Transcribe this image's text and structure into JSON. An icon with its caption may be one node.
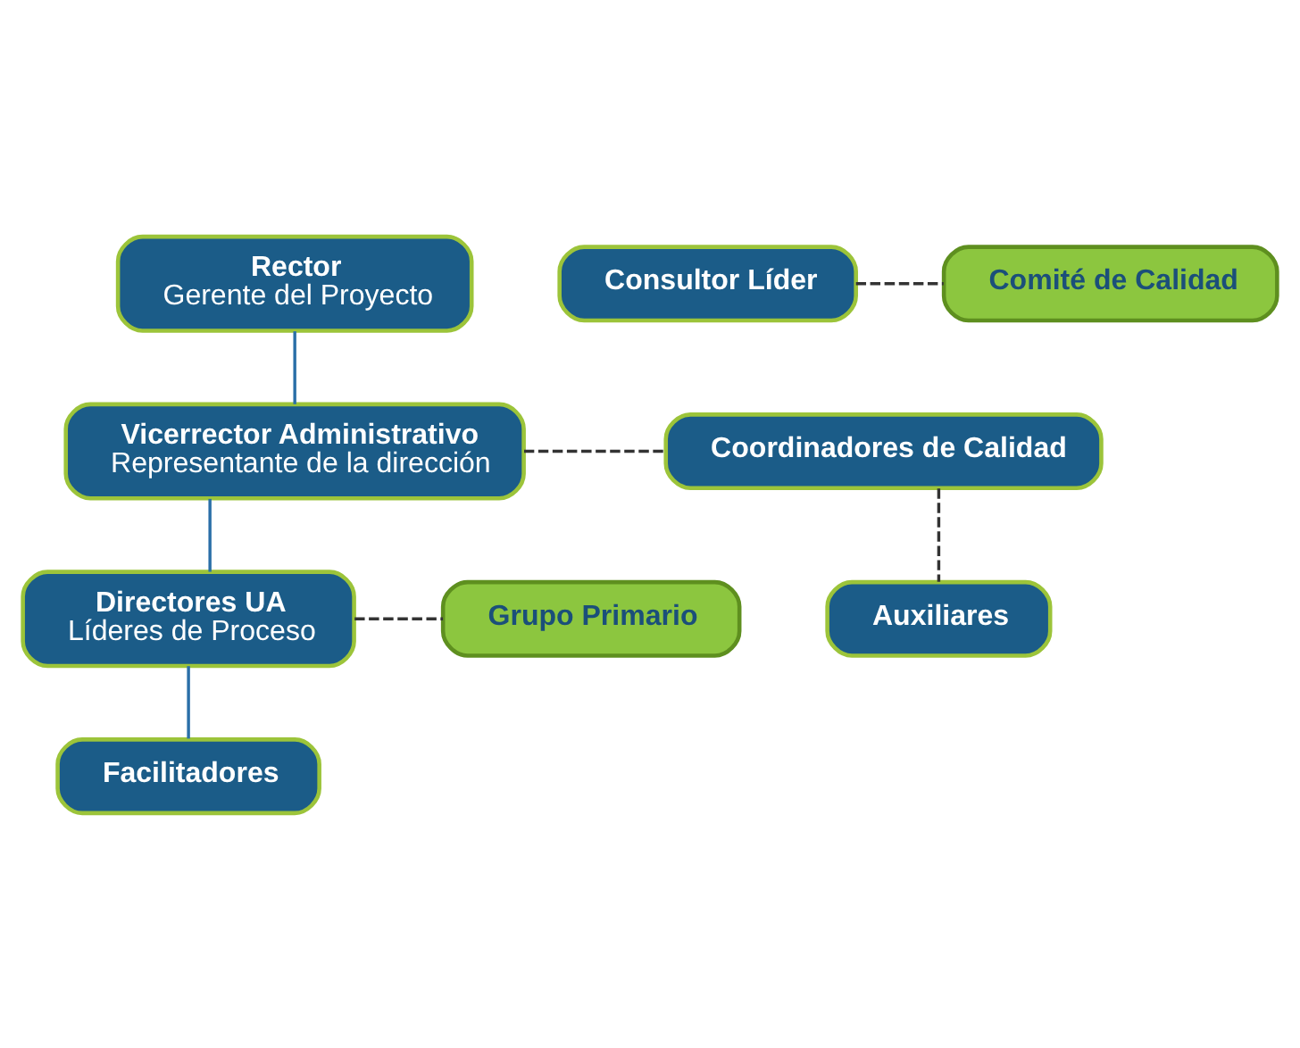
{
  "diagram": {
    "nodes": [
      {
        "text": [
          "Rector",
          "Gerente del Proyecto"
        ]
      },
      {
        "text": [
          "Consultor Líder"
        ]
      },
      {
        "text": [
          "Comité de Calidad"
        ]
      },
      {
        "text": [
          "Vicerrector Administrativo",
          "Representante de la dirección"
        ]
      },
      {
        "text": [
          "Coordinadores de Calidad"
        ]
      },
      {
        "text": [
          "Directores UA",
          "Líderes de Proceso"
        ]
      },
      {
        "text": [
          "Grupo Primario"
        ]
      },
      {
        "text": [
          "Facilitadores"
        ]
      },
      {
        "text": [
          "Auxiliares"
        ]
      }
    ],
    "edges": [
      {
        "from": 0,
        "to": 3,
        "arrow": "none",
        "color": "#2a6fa8"
      },
      {
        "from": 1,
        "to": 2,
        "arrow": "none",
        "style": "dashed"
      },
      {
        "from": 3,
        "to": 5,
        "arrow": "none",
        "color": "#2a6fa8"
      },
      {
        "from": 3,
        "to": 4,
        "arrow": "none",
        "style": "dashed"
      },
      {
        "from": 5,
        "to": 6,
        "arrow": "none",
        "style": "dashed"
      },
      {
        "from": 5,
        "to": 7,
        "arrow": "none",
        "color": "#2a6fa8"
      },
      {
        "from": 4,
        "to": 8,
        "arrow": "none",
        "style": "dashed"
      }
    ]
  }
}
